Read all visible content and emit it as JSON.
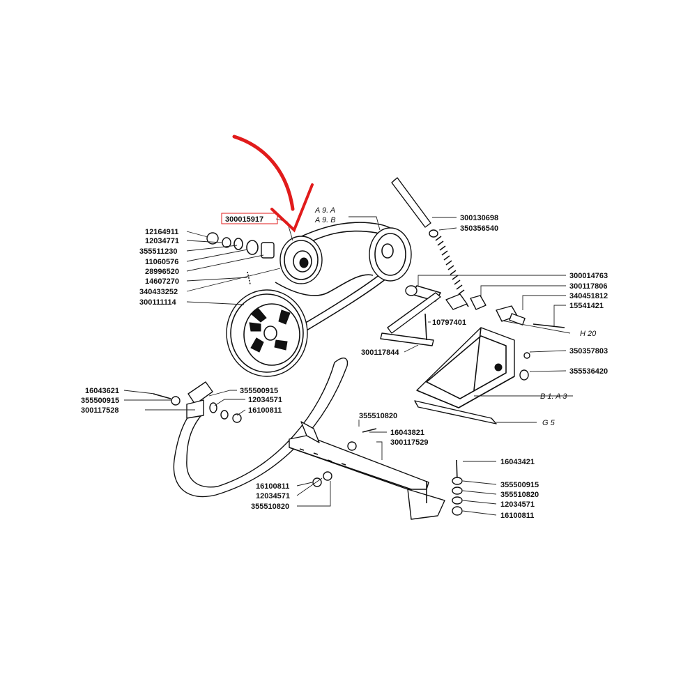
{
  "highlight": {
    "part_number": "300015917",
    "arrow_color": "#e11b1b"
  },
  "labels": {
    "top_ref_a": "A 9. A",
    "top_ref_b": "A 9. B",
    "left_group": [
      "12164911",
      "12034771",
      "355511230",
      "11060576",
      "28996520",
      "14607270",
      "340433252",
      "300111114"
    ],
    "right_top": [
      "300130698",
      "350356540"
    ],
    "right_bracket": [
      "300014763",
      "300117806",
      "340451812",
      "15541421"
    ],
    "h20": "H 20",
    "p10797401": "10797401",
    "p300117844": "300117844",
    "right_mid": [
      "350357803",
      "355536420"
    ],
    "b1a3": "B 1. A 3",
    "g5": "G 5",
    "left_belt": [
      "16043621",
      "355500915",
      "300117528"
    ],
    "center_belt": [
      "355500915",
      "12034571",
      "16100811"
    ],
    "center_bolt": [
      "355510820",
      "16043821",
      "300117529"
    ],
    "bottom_left": [
      "16100811",
      "12034571",
      "355510820"
    ],
    "bottom_right": [
      "16043421",
      "355500915",
      "355510820",
      "12034571",
      "16100811"
    ]
  }
}
